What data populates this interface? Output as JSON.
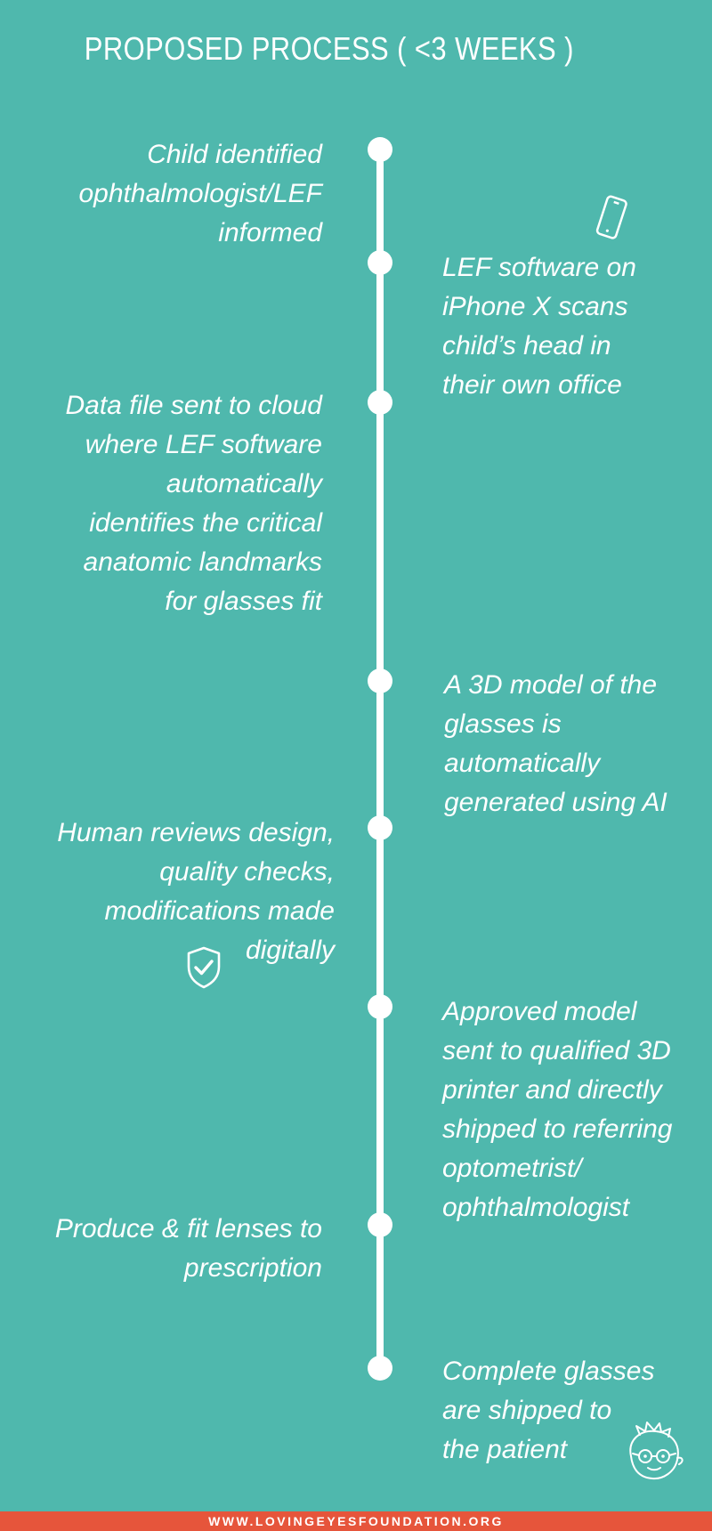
{
  "colors": {
    "background": "#4fb8ad",
    "footer": "#e6553b",
    "foreground": "#ffffff"
  },
  "title": "PROPOSED PROCESS ( <3 WEEKS )",
  "steps": [
    {
      "text": "Child identified\nophthalmologist/LEF\ninformed"
    },
    {
      "text": "LEF software on\niPhone X scans\nchild’s head in\ntheir own office"
    },
    {
      "text": "Data file sent to cloud\nwhere LEF software\nautomatically\nidentifies the critical\nanatomic landmarks\nfor glasses fit"
    },
    {
      "text": "A 3D model of the\nglasses is\nautomatically\ngenerated using AI"
    },
    {
      "text": "Human reviews design,\nquality checks,\nmodifications made\ndigitally"
    },
    {
      "text": "Approved model\nsent to qualified 3D\nprinter and directly\nshipped to referring\noptometrist/\nophthalmologist"
    },
    {
      "text": "Produce & fit lenses to\nprescription"
    },
    {
      "text": "Complete glasses\nare shipped to\nthe patient"
    }
  ],
  "icons": {
    "phone": "phone-icon",
    "shield": "shield-check-icon",
    "child": "child-with-glasses-icon"
  },
  "footer": {
    "url": "WWW.LOVINGEYESFOUNDATION.ORG"
  }
}
